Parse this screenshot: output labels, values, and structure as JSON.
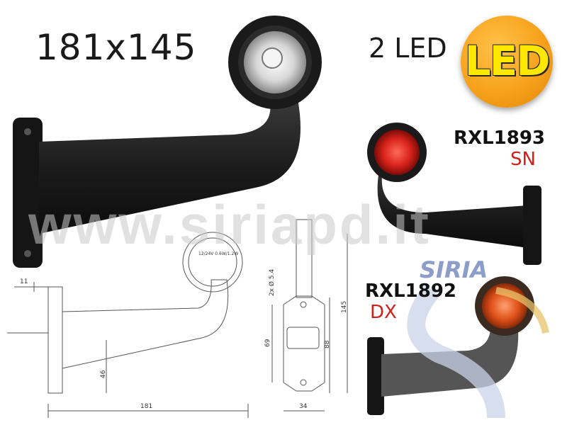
{
  "header": {
    "size_label": "181x145",
    "led_count_label": "2 LED",
    "led_badge_text": "LED"
  },
  "products": [
    {
      "code": "RXL1893",
      "variant": "SN",
      "lens_color": "#d8231b"
    },
    {
      "code": "RXL1892",
      "variant": "DX",
      "lens_color": "#e0521a"
    }
  ],
  "watermark": "www.siriapd.it",
  "logo": {
    "text": "SIRIA",
    "color": "#2f4ea0"
  },
  "drawing": {
    "dims": {
      "d11": "11",
      "d46": "46",
      "d181": "181",
      "d69": "69",
      "d88": "88",
      "d145": "145",
      "d34": "34",
      "holes": "2x Ø 5.4"
    },
    "label_text": "12/24V 0.6W/1.2W"
  },
  "colors": {
    "accent_red": "#d0201a",
    "led_orange": "#f7a21b",
    "led_yellow": "#ffe800"
  }
}
